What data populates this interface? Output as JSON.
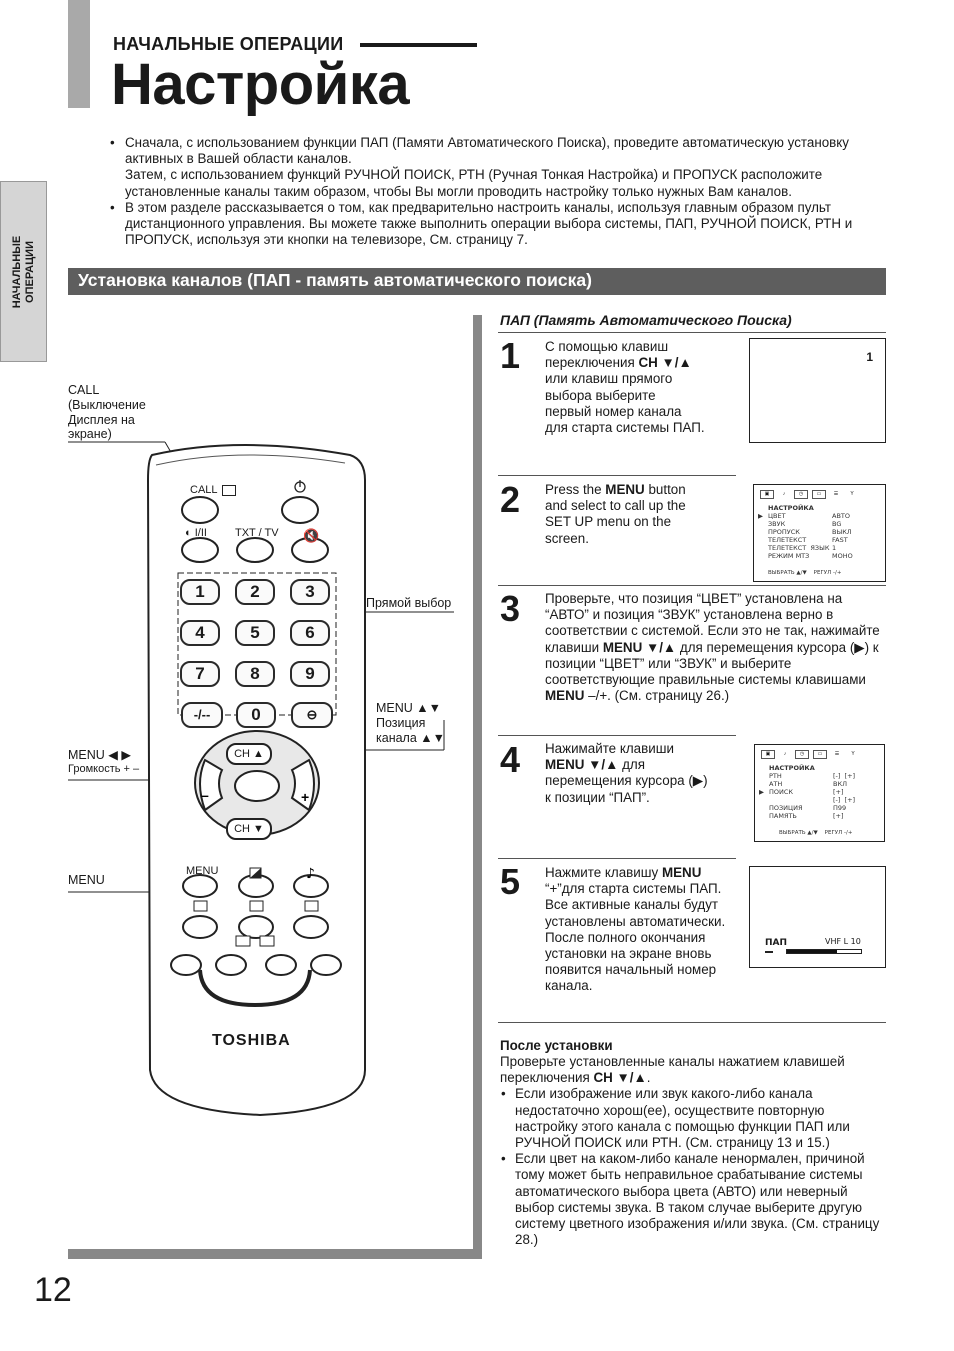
{
  "header": {
    "section_label": "НАЧАЛЬНЫЕ ОПЕРАЦИИ",
    "title": "Настройка"
  },
  "side_tab": {
    "label_line1": "НАЧАЛЬНЫЕ",
    "label_line2": "ОПЕРАЦИИ"
  },
  "intro": {
    "bullet1_p1": "Сначала, с использованием функции ПАП (Памяти Автоматического Поиска), проведите автоматическую установку активных в Вашей области каналов.",
    "bullet1_p2": "Затем, с использованием функций РУЧНОЙ ПОИСК, РТН (Ручная Тонкая Настройка) и ПРОПУСК расположите установленные каналы таким образом, чтобы Вы могли проводить настройку только нужных Вам каналов.",
    "bullet2": "В этом разделе рассказывается о том, как предварительно настроить каналы, используя главным образом пульт дистанционного управления. Вы можете также выполнить операции выбора системы, ПАП, РУЧНОЙ ПОИСК, РТН и ПРОПУСК, используя эти кнопки на телевизоре, См. страницу 7."
  },
  "section_heading": "Установка каналов (ПАП - память автоматического поиска)",
  "pap_heading": "ПАП (Память Автоматического Поиска)",
  "steps": [
    {
      "num": "1",
      "t1": "С помощью клавиш переключения ",
      "b1": "CH ▼/▲",
      "t2": " или клавиш прямого выбора выберите первый номер канала для старта системы ПАП.",
      "screen_text": "1"
    },
    {
      "num": "2",
      "t1": "Press the ",
      "b1": "MENU",
      "t2": " button and select to call up the SET UP menu on the screen."
    },
    {
      "num": "3",
      "t1": "Проверьте, что позиция “ЦВЕТ” установлена на “АВТО” и позиция “ЗВУК” установлена верно в соответствии с системой. Если это не так, нажимайте клавиши ",
      "b1": "MENU ▼/▲",
      "t2": " для перемещения курсора (▶) к позиции “ЦВЕТ” или “ЗВУК” и выберите соответствующие правильные системы клавишами ",
      "b2": "MENU",
      "t3": " –/+. (См. страницу 26.)"
    },
    {
      "num": "4",
      "t1": "Нажимайте клавиши ",
      "b1": "MENU ▼/▲",
      "t2": " для перемещения курсора (▶) к позиции “ПАП”."
    },
    {
      "num": "5",
      "t1": "Нажмите клавишу ",
      "b1": "MENU",
      "t2": " “+”для старта системы ПАП. Все активные каналы будут установлены автоматически. После полного окончания установки на экране вновь появится начальный номер канала.",
      "screen_label": "ПАП",
      "screen_band": "VHF  L 10",
      "progress": 0.68
    }
  ],
  "osd_step2": {
    "title": "НАСТРОЙКА",
    "rows": [
      [
        "ЦВЕТ",
        "АВТО"
      ],
      [
        "ЗВУК",
        "BG"
      ],
      [
        "ПРОПУСК",
        "ВЫКЛ"
      ],
      [
        "ТЕЛЕТЕКСТ",
        "FAST"
      ],
      [
        "ТЕЛЕТЕКСТ  ЯЗЫК",
        "1"
      ],
      [
        "РЕЖИМ МТЗ",
        "МОНО"
      ]
    ],
    "footer": "ВЫБРАТЬ ▲/▼    РЕГУЛ -/+"
  },
  "osd_step4": {
    "title": "НАСТРОЙКА",
    "rows": [
      [
        "РТН",
        "[-]  [+]"
      ],
      [
        "АТН",
        "ВКЛ"
      ],
      [
        "ПОИСК",
        "[+]"
      ],
      [
        "",
        "[-]  [+]"
      ],
      [
        "ПОЗИЦИЯ",
        "П99"
      ],
      [
        "ПАМЯТЬ",
        "[+]"
      ]
    ],
    "footer": "ВЫБРАТЬ ▲/▼    РЕГУЛ -/+"
  },
  "remote": {
    "callouts": {
      "call": "CALL\n(Выключение\nДисплея на\nэкране)",
      "direct": "Прямой выбор",
      "menu_pos": "MENU ▲▼\nПозиция\nканала ▲▼",
      "menu_vol": "MENU ◀ ▶",
      "volume": "Громкость + –",
      "menu": "MENU"
    },
    "labels": {
      "call": "CALL",
      "txt_tv": "TXT / TV",
      "dual": "I/II",
      "ch_up": "CH ▲",
      "ch_down": "CH ▼",
      "menu": "MENU",
      "brand": "TOSHIBA",
      "digits": [
        "1",
        "2",
        "3",
        "4",
        "5",
        "6",
        "7",
        "8",
        "9"
      ],
      "zero": "0",
      "dash": "-/--"
    }
  },
  "after": {
    "title": "После установки",
    "p1a": "Проверьте установленные каналы нажатием клавишей переключения ",
    "p1b": "CH ▼/▲",
    "p1c": ".",
    "bullet1": "Если изображение или звук какого-либо канала недостаточно хорош(ее), осуществите повторную настройку этого канала с помощью функции ПАП или РУЧНОЙ ПОИСК или РТН. (См. страницу 13 и 15.)",
    "bullet2": "Если цвет на каком-либо канале ненормален, причиной тому может быть неправильное срабатывание системы автоматического выбора цвета (АВТО) или неверный выбор системы звука. В таком случае выберите другую систему цветного изображения и/или звука. (См. страницу 28.)"
  },
  "page_number": "12",
  "colors": {
    "heading_bar": "#5e5e5e",
    "side_tab": "#d5d5d5",
    "rule_gray": "#888888",
    "title_bar": "#a9a9a9"
  }
}
